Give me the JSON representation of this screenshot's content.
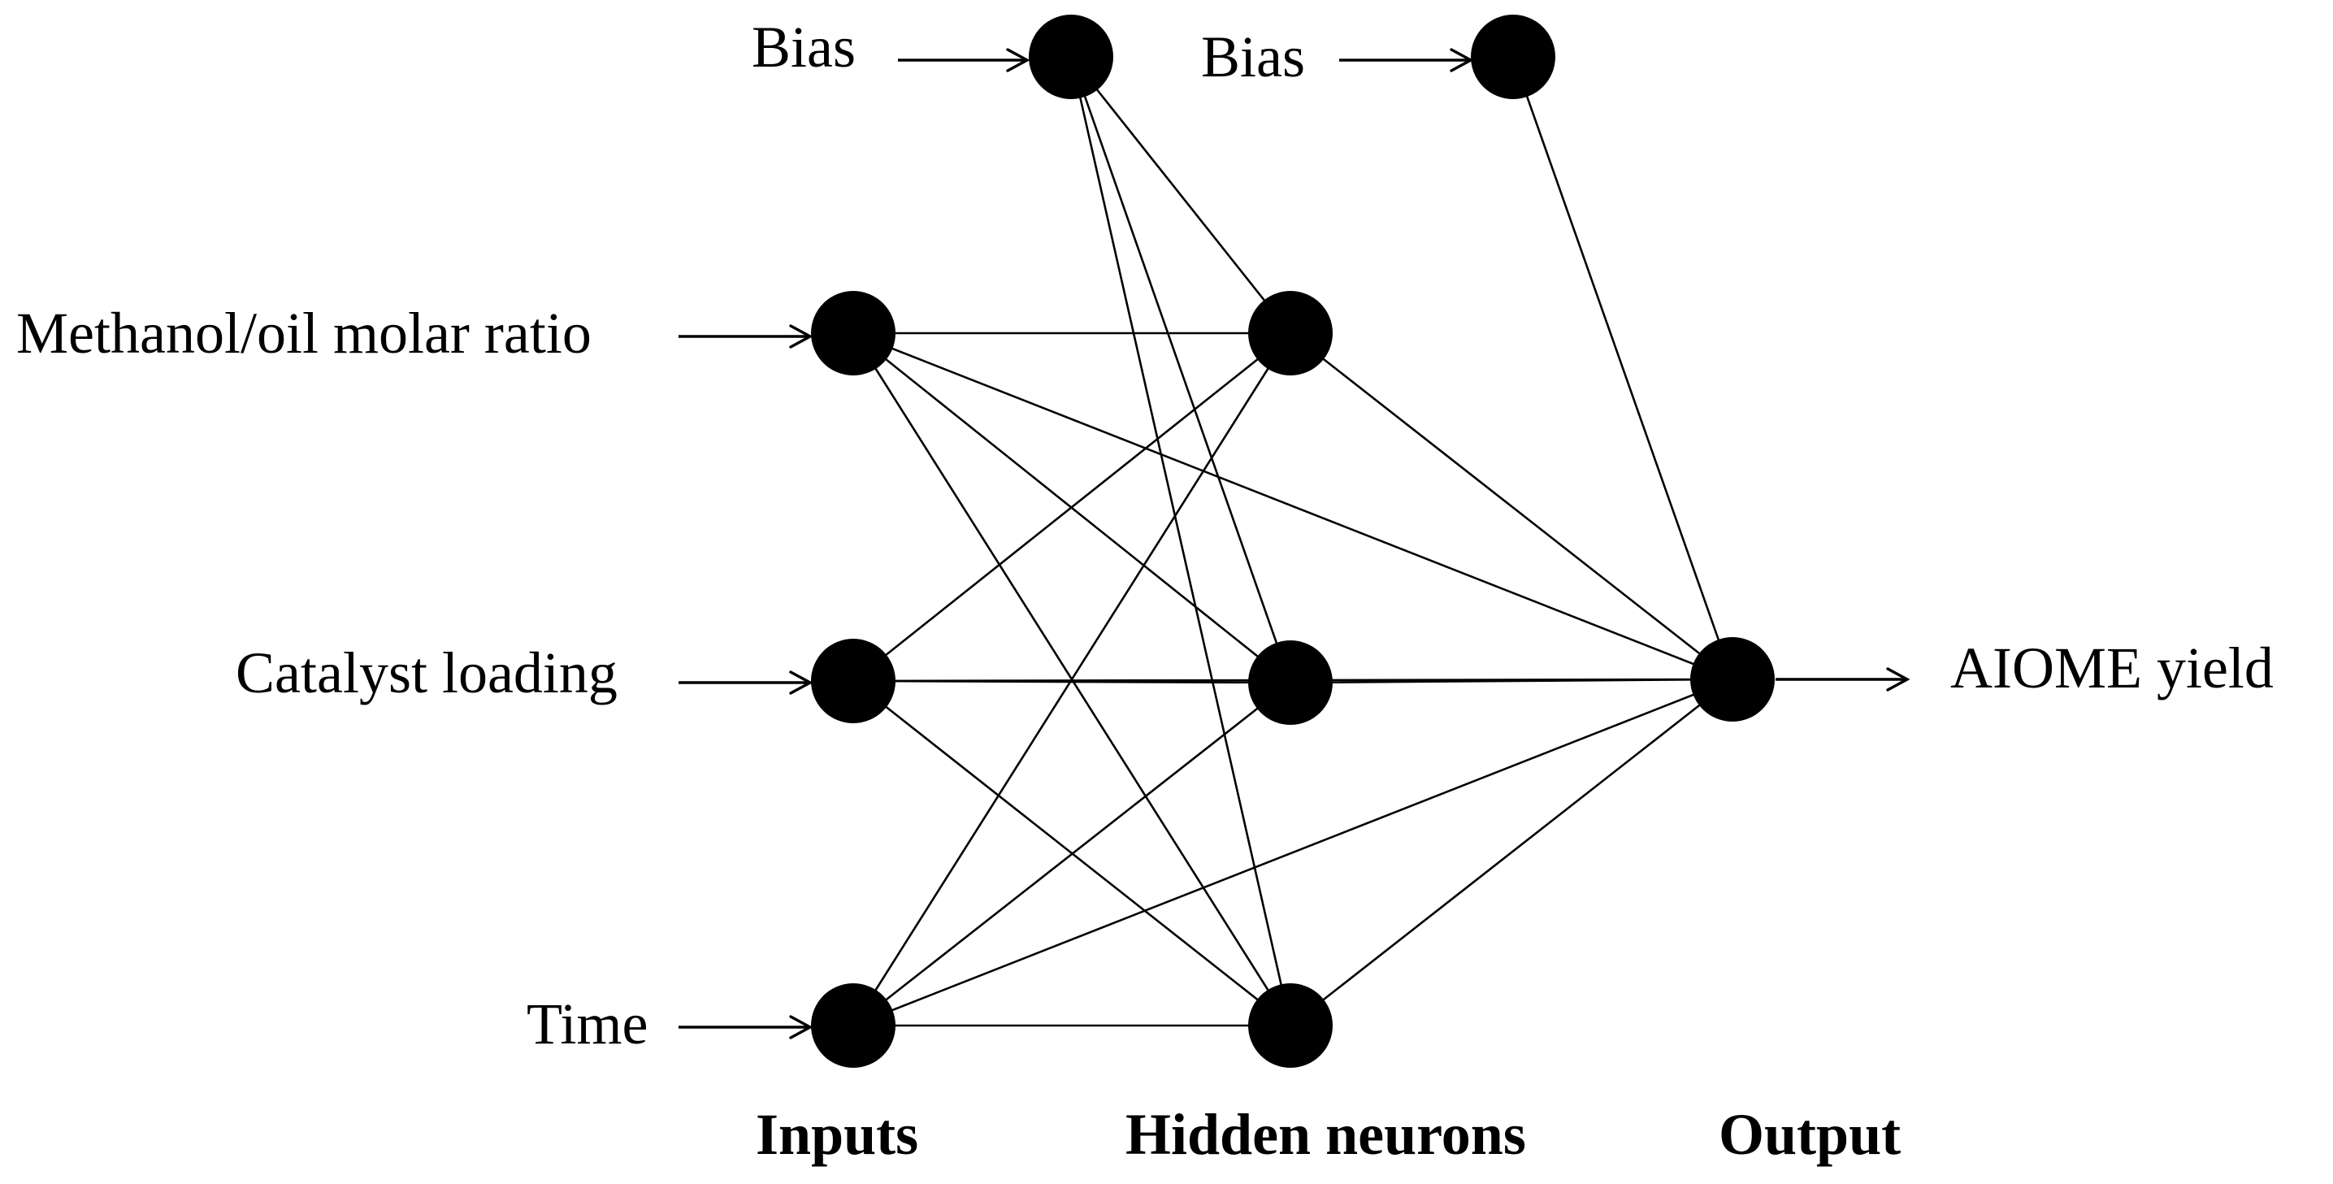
{
  "diagram": {
    "labels": {
      "bias_input": "Bias",
      "bias_hidden": "Bias",
      "input_1": "Methanol/oil molar ratio",
      "input_2": "Catalyst loading",
      "input_3": "Time",
      "output": "AIOME yield"
    },
    "layers": {
      "inputs": "Inputs",
      "hidden": "Hidden neurons",
      "output": "Output"
    }
  }
}
